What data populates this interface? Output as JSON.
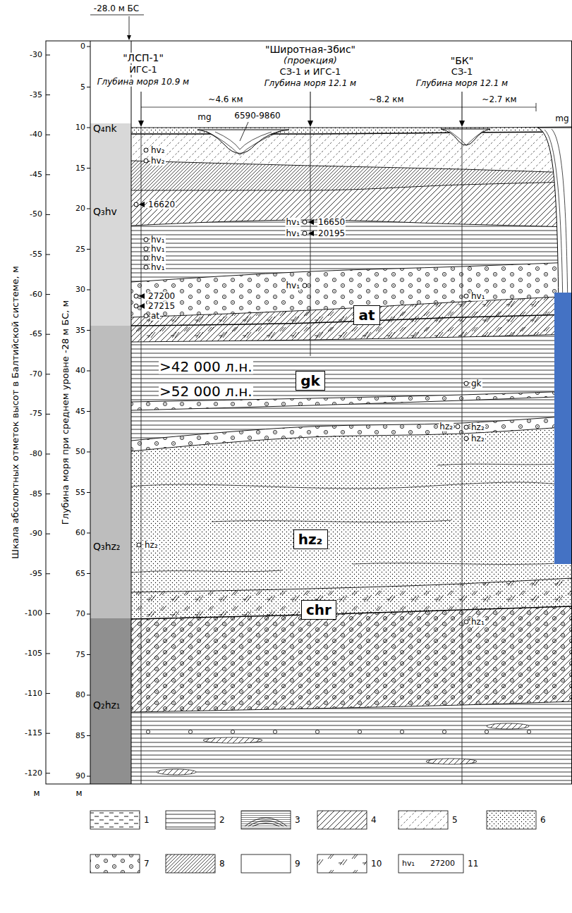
{
  "diagram": {
    "nodes": [
      {
        "text": [
          "at"
        ]
      },
      {
        "text": [
          "gk"
        ]
      },
      {
        "text": [
          "hz₂"
        ]
      },
      {
        "text": [
          "chr"
        ]
      }
    ],
    "labels": [
      "-28.0 м БС",
      "-30",
      "-35",
      "-40",
      "-45",
      "-50",
      "-55",
      "-60",
      "-65",
      "-70",
      "-75",
      "-80",
      "-85",
      "-90",
      "-95",
      "-100",
      "-105",
      "-110",
      "-115",
      "-120",
      "0",
      "5",
      "10",
      "15",
      "20",
      "25",
      "30",
      "35",
      "40",
      "45",
      "50",
      "55",
      "60",
      "65",
      "70",
      "75",
      "80",
      "85",
      "90",
      "м",
      "м",
      "Шкала абсолютных отметок высот в Балтийской системе, м",
      "Глубина моря при среднем уровне -28 м БС, м",
      "\"ЛСП-1\"",
      "ИГС-1",
      "Глубина моря 10.9 м",
      "\"Широтная-3бис\"",
      "(проекция)",
      "СЗ-1 и ИГС-1",
      "Глубина моря 12.1 м",
      "\"БК\"",
      "СЗ-1",
      "Глубина моря 12.1 м",
      "~4.6 км",
      "~8.2 км",
      "~2.7 км",
      "mg",
      "6590-9860",
      "mg",
      "Q₄nk",
      "Q₃hv",
      "Q₃hz₂",
      "Q₂hz₁",
      "hv₂",
      "hv₂",
      "16620",
      "hv₁",
      "hv₁",
      "hv₁",
      "hv₁",
      "27200",
      "27215",
      "at",
      "hv₁",
      "16650",
      "hv₁",
      "20195",
      "hv₁",
      "hv₁",
      ">42 000 л.н.",
      ">52 000 л.н.",
      "gk",
      "hz₂",
      "hz₂",
      "hz₂",
      "hz₂",
      "hz₁",
      "hv₁",
      "27200"
    ],
    "legend": [
      {
        "text": "1"
      },
      {
        "text": "2"
      },
      {
        "text": "3"
      },
      {
        "text": "4"
      },
      {
        "text": "5"
      },
      {
        "text": "6"
      },
      {
        "text": "7"
      },
      {
        "text": "8"
      },
      {
        "text": "9"
      },
      {
        "text": "10"
      },
      {
        "text": "11"
      }
    ]
  }
}
